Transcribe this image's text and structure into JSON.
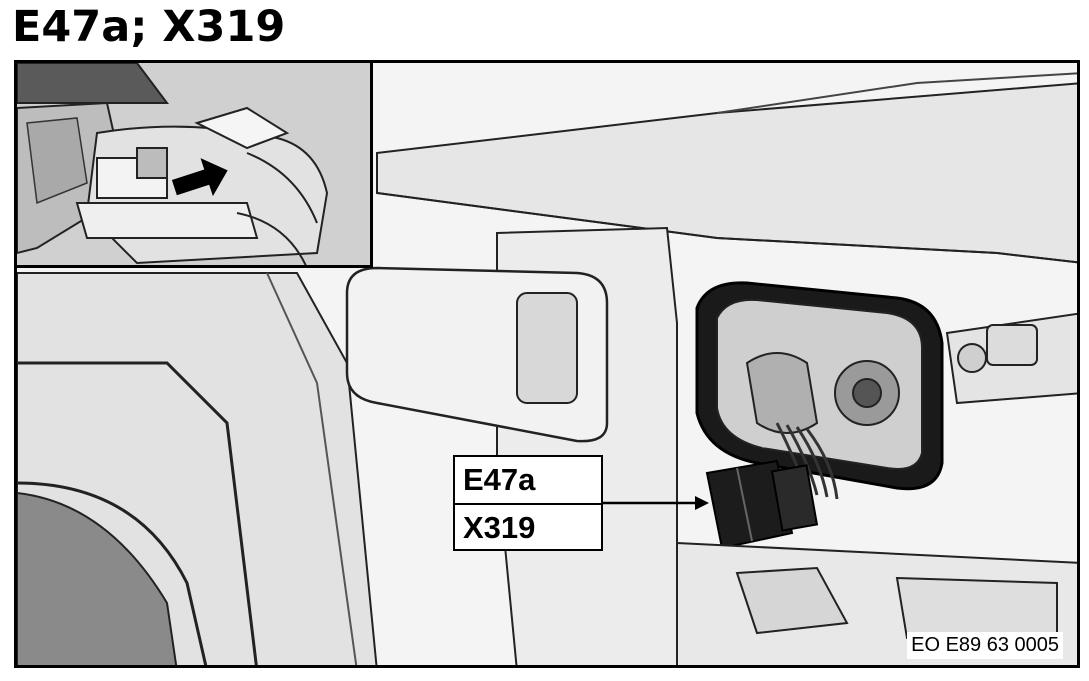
{
  "title": "E47a; X319",
  "callout": {
    "line1": "E47a",
    "line2": "X319"
  },
  "figure_code": "EO E89 63 0005"
}
